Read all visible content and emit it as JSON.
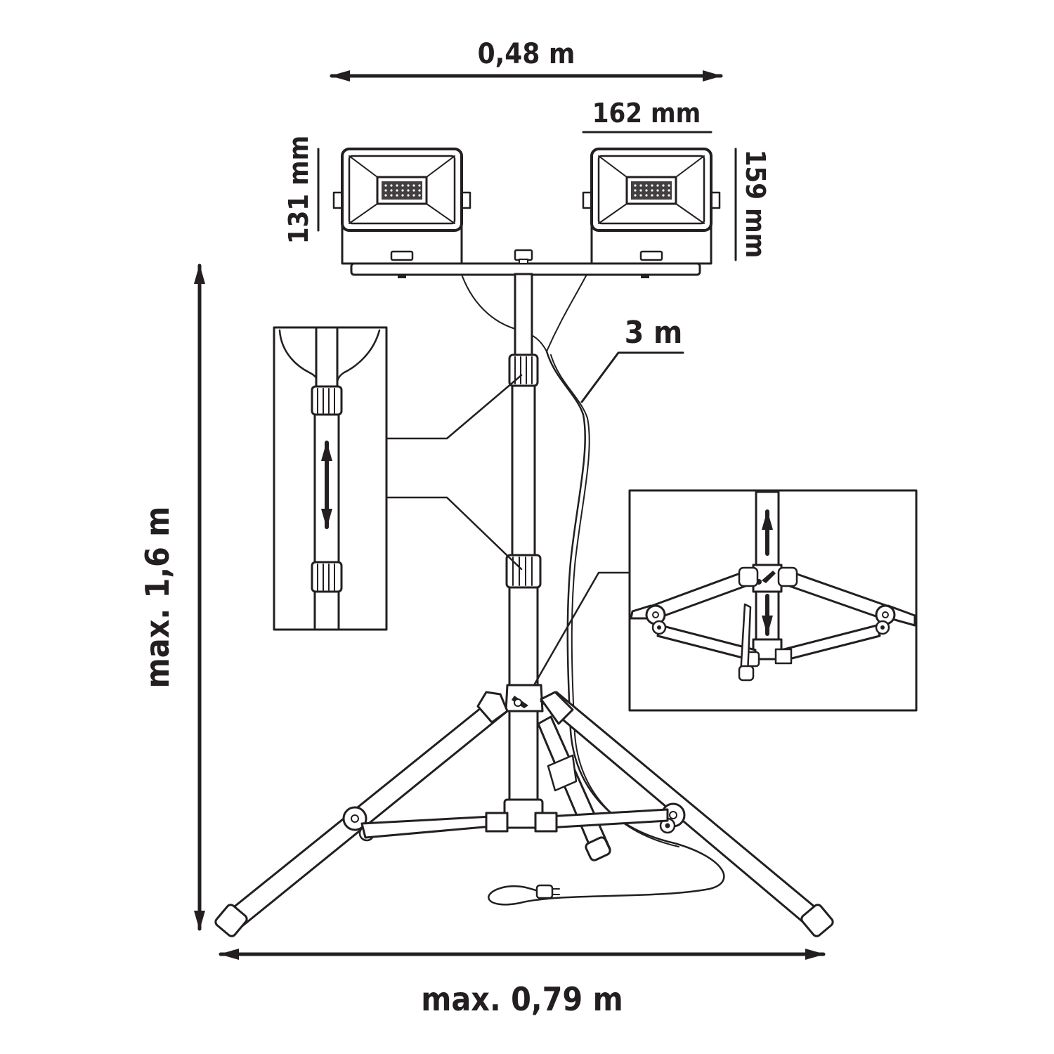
{
  "dimensions": {
    "bar_width": "0,48 m",
    "lamp_width": "162 mm",
    "lamp_height_left": "131 mm",
    "lamp_height_right": "159 mm",
    "cable_length": "3 m",
    "max_height": "max. 1,6 m",
    "max_width": "max. 0,79 m"
  },
  "colors": {
    "line": "#231f20",
    "background": "#ffffff"
  },
  "icons": [
    "floodlight-icon",
    "telescopic-clamp-icon",
    "tripod-joint-icon",
    "plug-icon"
  ]
}
